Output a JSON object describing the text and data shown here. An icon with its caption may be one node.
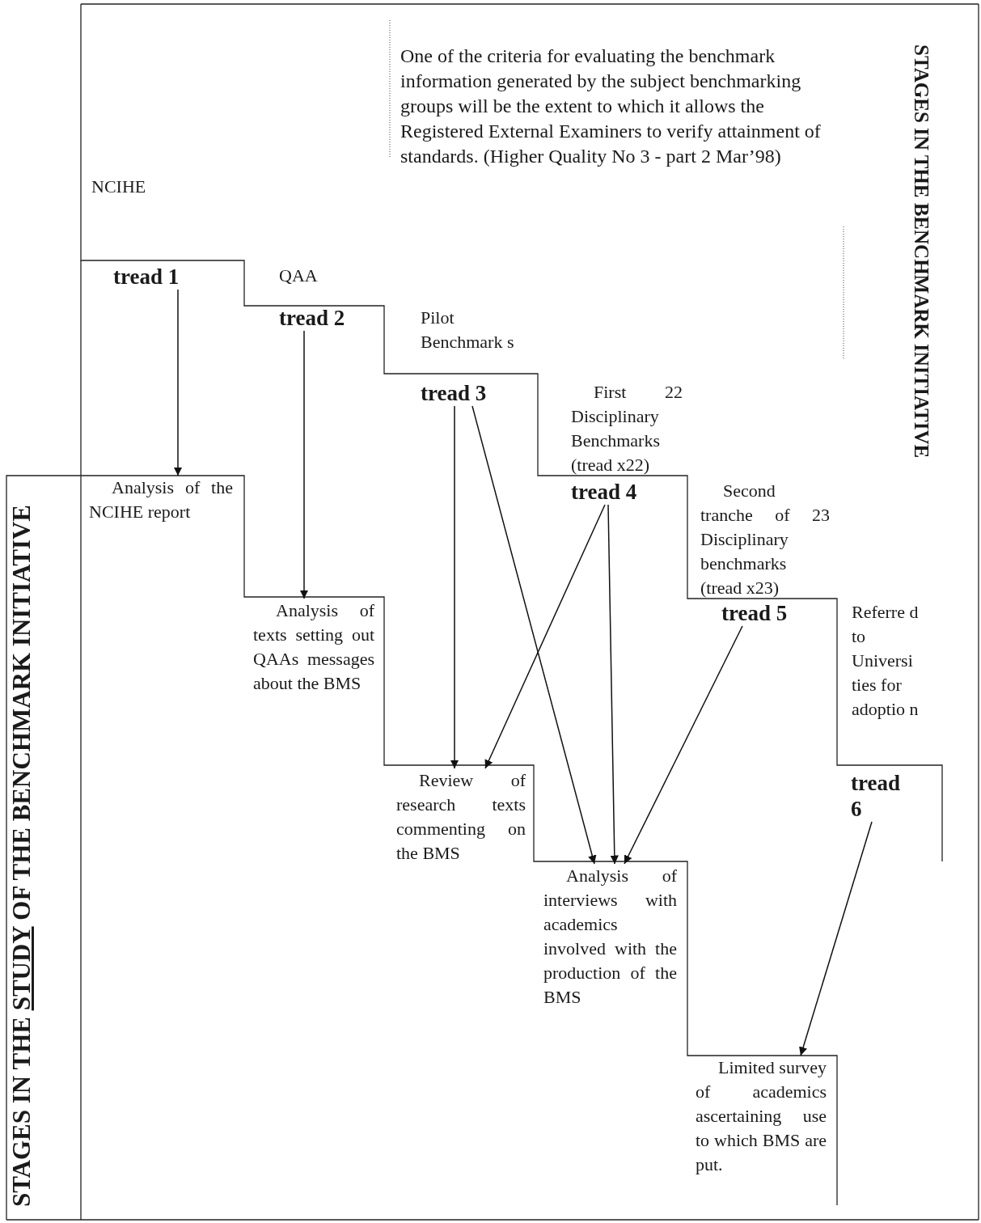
{
  "diagram": {
    "nodes": [
      {
        "text": [
          "NCIHE"
        ]
      },
      {
        "text": [
          "One of the criteria for evaluating the benchmark information generated by the subject benchmarking groups will be the extent to which it allows the Registered External Examiners to verify attainment of standards. (Higher Quality No 3 - part 2 Mar’98)"
        ]
      },
      {
        "text": [
          "tread 1"
        ]
      },
      {
        "text": [
          "QAA"
        ]
      },
      {
        "text": [
          "tread 2"
        ]
      },
      {
        "text": [
          "Pilot Benchmark s"
        ]
      },
      {
        "text": [
          "tread 3"
        ]
      },
      {
        "text": [
          "First 22 Disciplinary Benchmarks (tread x22)"
        ]
      },
      {
        "text": [
          "tread 4"
        ]
      },
      {
        "text": [
          "Second tranche of 23 Disciplinary benchmarks (tread x23)"
        ]
      },
      {
        "text": [
          "tread 5"
        ]
      },
      {
        "text": [
          "Referre d to Universi ties for adoptio n"
        ]
      },
      {
        "text": [
          "tread 6"
        ]
      },
      {
        "text": [
          "Analysis of the NCIHE report"
        ]
      },
      {
        "text": [
          "Analysis of texts setting out QAAs messages about the BMS"
        ]
      },
      {
        "text": [
          "Review of research texts commenting on the BMS"
        ]
      },
      {
        "text": [
          "Analysis of interviews with academics involved with the production of the BMS"
        ]
      },
      {
        "text": [
          "Limited survey of academics ascertaining use to which BMS are put."
        ]
      }
    ],
    "edges": [
      {
        "from": 2,
        "to": 13,
        "arrow": "to"
      },
      {
        "from": 4,
        "to": 14,
        "arrow": "to"
      },
      {
        "from": 6,
        "to": 15,
        "arrow": "to"
      },
      {
        "from": 6,
        "to": 16,
        "arrow": "to"
      },
      {
        "from": 8,
        "to": 15,
        "arrow": "to"
      },
      {
        "from": 8,
        "to": 16,
        "arrow": "to"
      },
      {
        "from": 10,
        "to": 16,
        "arrow": "to"
      },
      {
        "from": 12,
        "to": 17,
        "arrow": "to"
      }
    ],
    "labels": [
      "STAGES IN THE BENCHMARK INITIATIVE",
      "STAGES IN THE STUDY OF THE BENCHMARK INITIATIVE"
    ]
  }
}
